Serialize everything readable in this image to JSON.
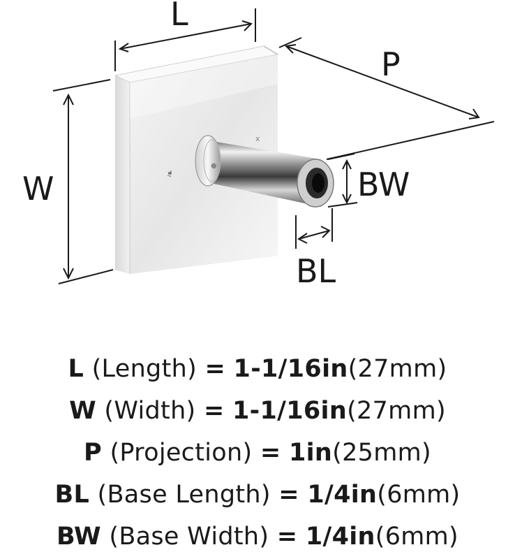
{
  "diagram": {
    "label_l": "L",
    "label_w": "W",
    "label_p": "P",
    "label_bw": "BW",
    "label_bl": "BL"
  },
  "specs": [
    {
      "key": "L",
      "desc": "(Length)",
      "eq": "=",
      "imperial": "1-1/16in",
      "metric": "(27mm)"
    },
    {
      "key": "W",
      "desc": "(Width)",
      "eq": "=",
      "imperial": "1-1/16in",
      "metric": "(27mm)"
    },
    {
      "key": "P",
      "desc": "(Projection)",
      "eq": "=",
      "imperial": "1in",
      "metric": "(25mm)"
    },
    {
      "key": "BL",
      "desc": "(Base Length)",
      "eq": "=",
      "imperial": "1/4in",
      "metric": "(6mm)"
    },
    {
      "key": "BW",
      "desc": "(Base Width)",
      "eq": "=",
      "imperial": "1/4in",
      "metric": "(6mm)"
    }
  ]
}
